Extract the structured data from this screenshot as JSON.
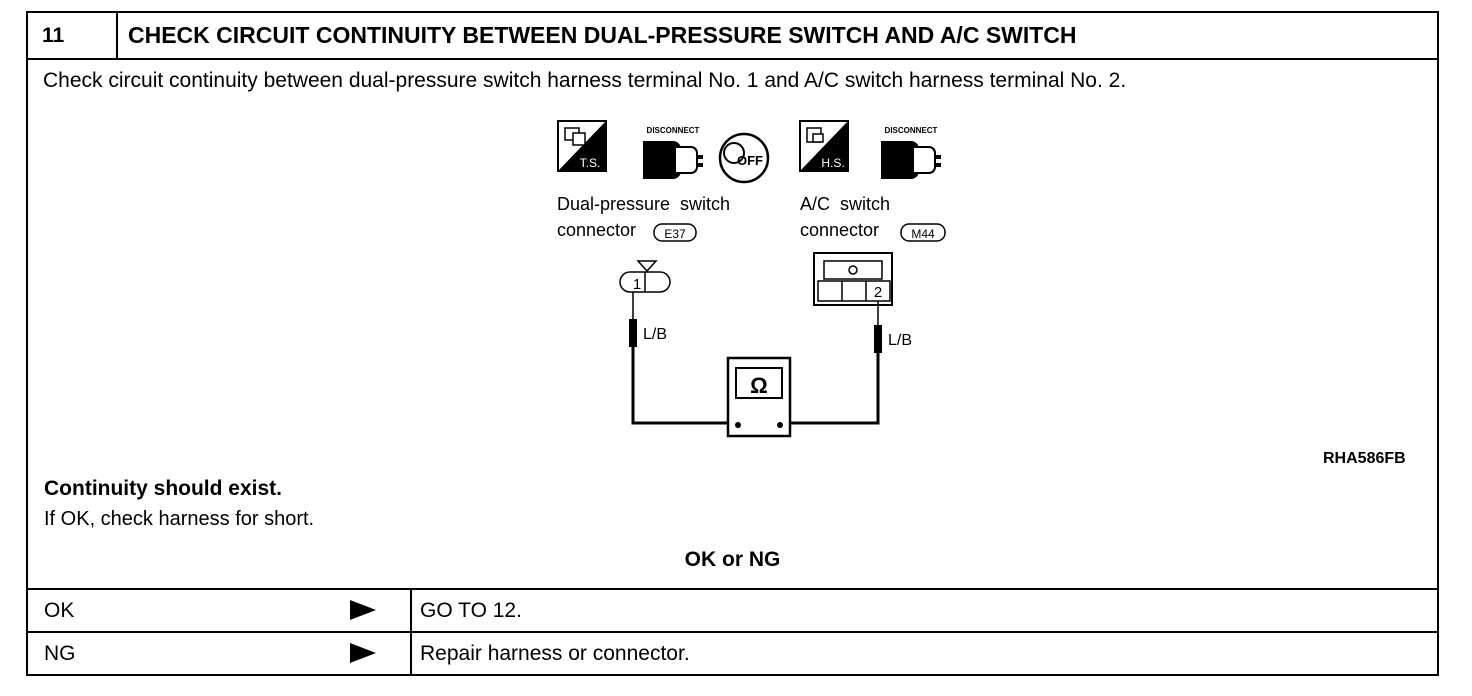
{
  "header": {
    "step_number": "11",
    "title": "CHECK CIRCUIT CONTINUITY BETWEEN DUAL-PRESSURE SWITCH AND A/C SWITCH"
  },
  "instruction": "Check circuit continuity between dual-pressure switch harness terminal No. 1 and A/C switch harness terminal No. 2.",
  "diagram": {
    "left_icons": {
      "ts_label": "T.S.",
      "disconnect_label": "DISCONNECT",
      "ignition_label": "OFF"
    },
    "right_icons": {
      "hs_label": "H.S.",
      "disconnect_label": "DISCONNECT"
    },
    "left_connector": {
      "name_line1": "Dual-pressure  switch",
      "name_line2": "connector",
      "code": "E37",
      "terminal": "1",
      "wire_color": "L/B"
    },
    "right_connector": {
      "name_line1": "A/C  switch",
      "name_line2": "connector",
      "code": "M44",
      "terminal": "2",
      "wire_color": "L/B"
    },
    "meter_symbol": "Ω",
    "reference_code": "RHA586FB"
  },
  "result": {
    "spec": "Continuity should exist.",
    "note": "If OK, check harness for short."
  },
  "decision": {
    "label": "OK or NG",
    "rows": [
      {
        "condition": "OK",
        "action": "GO TO 12."
      },
      {
        "condition": "NG",
        "action": "Repair harness or connector."
      }
    ]
  }
}
